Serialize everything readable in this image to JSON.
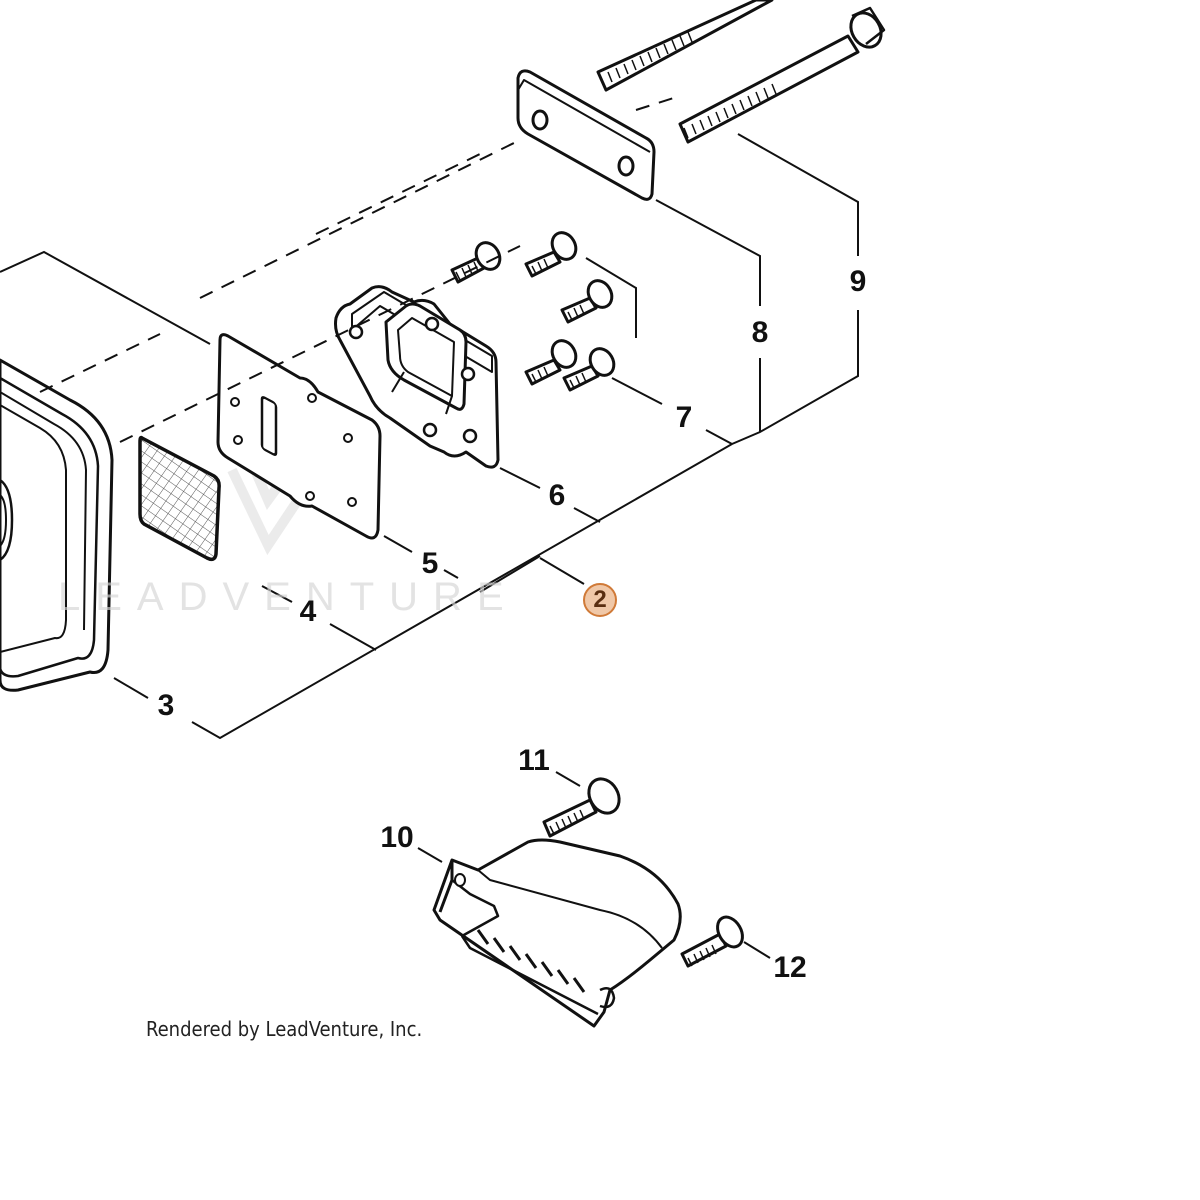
{
  "watermark_text": "LEADVENTURE",
  "credit_text": "Rendered by LeadVenture, Inc.",
  "callouts": {
    "highlighted": "2",
    "highlight_color": "#f0c8a8",
    "highlight_border": "#d07a38"
  },
  "labels": {
    "p3": "3",
    "p4": "4",
    "p5": "5",
    "p6": "6",
    "p7": "7",
    "p8": "8",
    "p9": "9",
    "p10": "10",
    "p11": "11",
    "p12": "12"
  }
}
